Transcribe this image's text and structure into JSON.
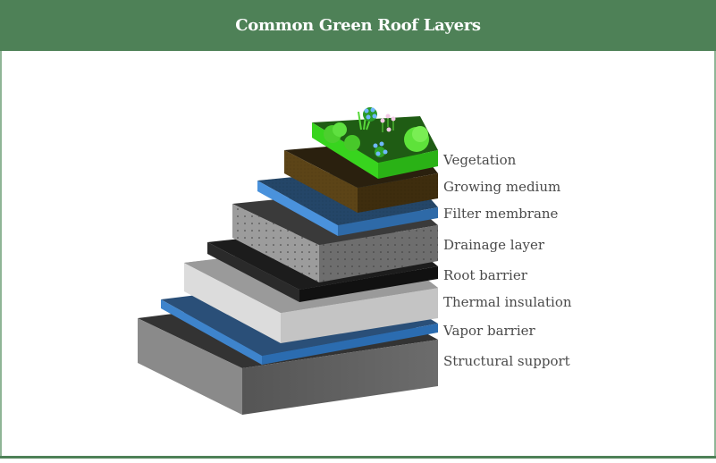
{
  "header": {
    "title": "Common Green Roof Layers",
    "background_color": "#4e8157"
  },
  "diagram": {
    "layers": [
      {
        "label": "Vegetation",
        "color": "#2ecc1a"
      },
      {
        "label": "Growing medium",
        "color": "#5a4015"
      },
      {
        "label": "Filter membrane",
        "color": "#3a7cc4"
      },
      {
        "label": "Drainage layer",
        "color": "#7a7a7a"
      },
      {
        "label": "Root barrier",
        "color": "#1a1a1a"
      },
      {
        "label": "Thermal insulation",
        "color": "#cfcfcf"
      },
      {
        "label": "Vapor barrier",
        "color": "#3a7cc4"
      },
      {
        "label": "Structural support",
        "color": "#606060"
      }
    ]
  }
}
